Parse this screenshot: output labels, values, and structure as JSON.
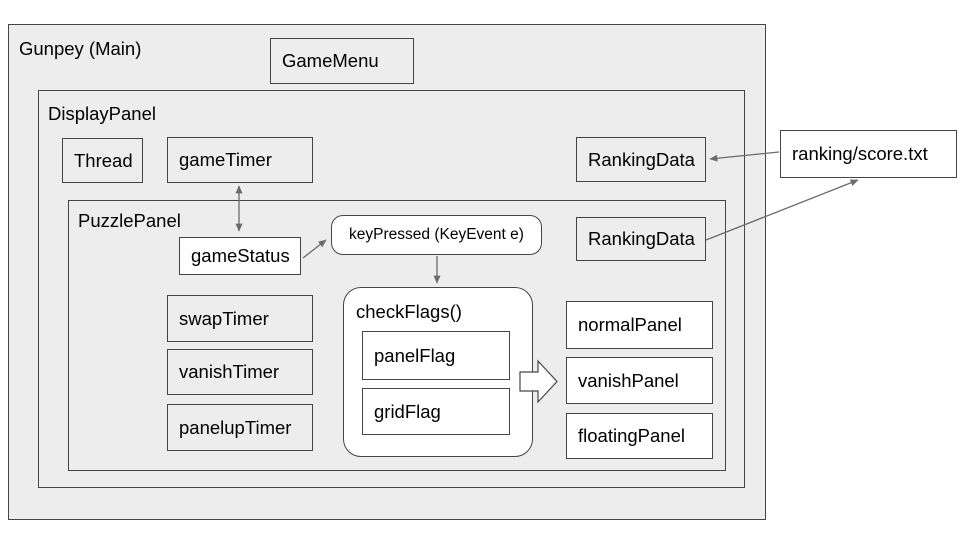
{
  "diagram": {
    "containers": {
      "gunpey": {
        "label": "Gunpey (Main)"
      },
      "display_panel": {
        "label": "DisplayPanel"
      },
      "puzzle_panel": {
        "label": "PuzzlePanel"
      },
      "check_flags": {
        "label": "checkFlags()"
      }
    },
    "nodes": {
      "game_menu": {
        "label": "GameMenu"
      },
      "thread": {
        "label": "Thread"
      },
      "game_timer": {
        "label": "gameTimer"
      },
      "ranking_data_display": {
        "label": "RankingData"
      },
      "ranking_data_puzzle": {
        "label": "RankingData"
      },
      "ranking_file": {
        "label": "ranking/score.txt"
      },
      "game_status": {
        "label": "gameStatus"
      },
      "key_pressed": {
        "label": "keyPressed (KeyEvent e)"
      },
      "swap_timer": {
        "label": "swapTimer"
      },
      "vanish_timer": {
        "label": "vanishTimer"
      },
      "panelup_timer": {
        "label": "panelupTimer"
      },
      "panel_flag": {
        "label": "panelFlag"
      },
      "grid_flag": {
        "label": "gridFlag"
      },
      "normal_panel": {
        "label": "normalPanel"
      },
      "vanish_panel": {
        "label": "vanishPanel"
      },
      "floating_panel": {
        "label": "floatingPanel"
      }
    },
    "colors": {
      "background": "#ffffff",
      "container_fill": "#ededed",
      "node_fill": "#ffffff",
      "border": "#454545",
      "arrow": "#6b6b6b",
      "text": "#000000"
    }
  }
}
